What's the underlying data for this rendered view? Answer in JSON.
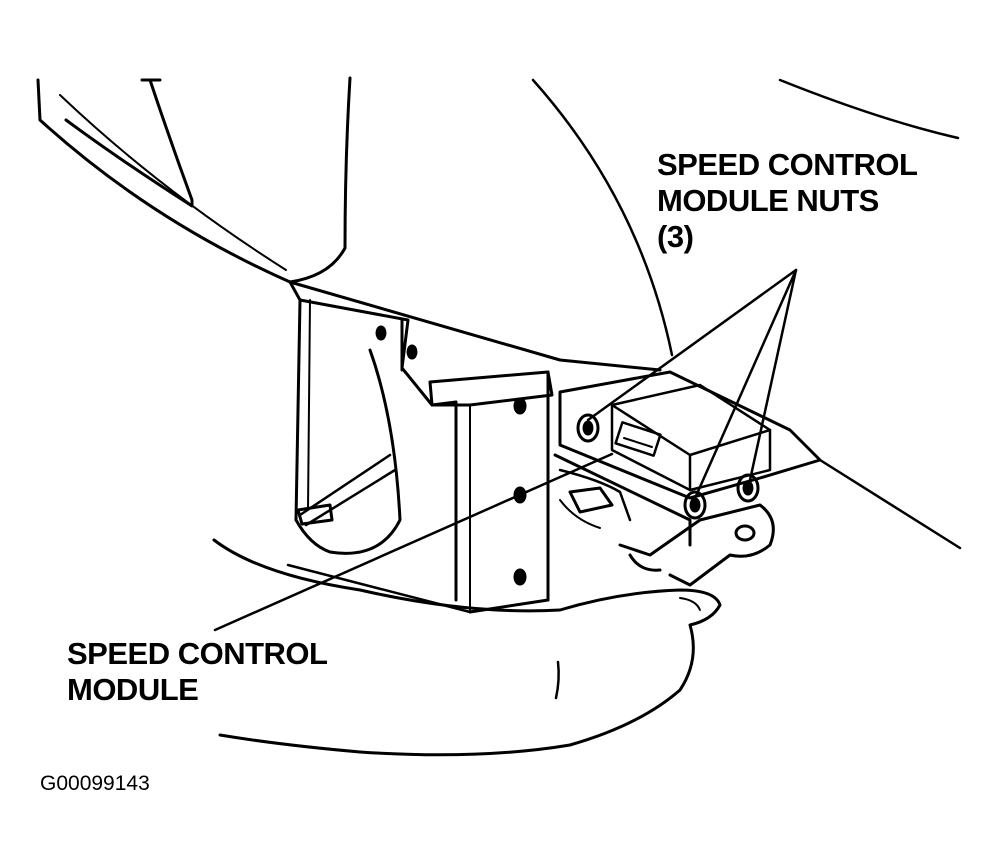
{
  "labels": {
    "module_nuts": {
      "line1": "SPEED CONTROL",
      "line2": "MODULE NUTS",
      "line3": "(3)"
    },
    "module": {
      "line1": "SPEED CONTROL",
      "line2": "MODULE"
    }
  },
  "figure_id": "G00099143",
  "colors": {
    "ink": "#000000",
    "paper": "#ffffff"
  }
}
